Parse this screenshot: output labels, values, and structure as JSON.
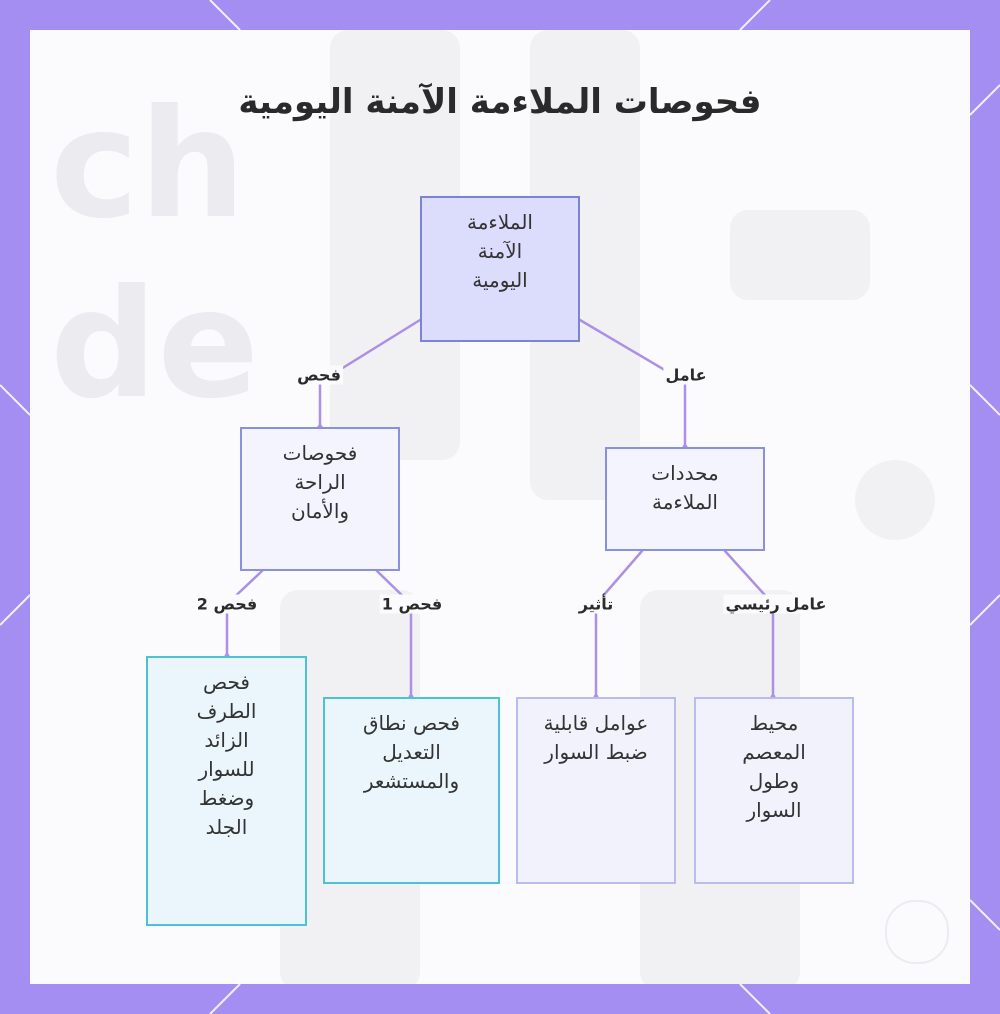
{
  "title": "فحوصات الملاءمة الآمنة اليومية",
  "colors": {
    "frame": "#a58ef2",
    "panel": "#fbfbfd",
    "root_fill": "#dcdcfd",
    "root_border": "#7c83d6",
    "mid_fill": "#f3f4fe",
    "mid_border": "#8a90dc",
    "leaf_blue_fill": "#eaf6fb",
    "leaf_blue_border": "#4cc3d4",
    "leaf_lav_fill": "#f2f2fc",
    "leaf_lav_border": "#b9bdee",
    "connector": "#ab90e6"
  },
  "nodes": {
    "root": "الملاءمة الآمنة اليومية",
    "fit_determinants": "محددات الملاءمة",
    "comfort_checks": "فحوصات الراحة والأمان",
    "wrist_band": "محيط المعصم وطول السوار",
    "adjust_factors": "عوامل قابلية ضبط السوار",
    "range_check": "فحص نطاق التعديل والمستشعر",
    "excess_check": "فحص الطرف الزائد للسوار وضغط الجلد"
  },
  "edges": {
    "root_to_determinants": "عامل",
    "root_to_checks": "فحص",
    "determinants_to_wrist": "عامل رئيسي",
    "determinants_to_adjust": "تأثير",
    "checks_to_range": "فحص 1",
    "checks_to_excess": "فحص 2"
  }
}
